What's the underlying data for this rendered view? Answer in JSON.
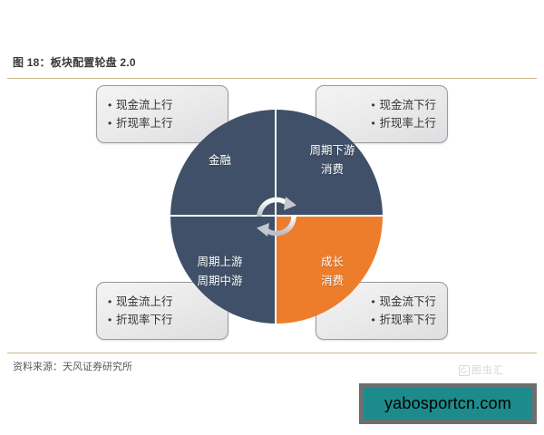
{
  "figure": {
    "title": "图 18：板块配置轮盘 2.0",
    "source": "资料来源：天风证券研究所"
  },
  "wheel": {
    "colors": {
      "navy": "#3f5068",
      "orange": "#ed7d2b",
      "divider": "#ffffff",
      "rule": "#cbb58a"
    },
    "quadrants": {
      "top_left": {
        "line1": "金融",
        "line2": ""
      },
      "top_right": {
        "line1": "周期下游",
        "line2": "消费"
      },
      "bottom_left": {
        "line1": "周期上游",
        "line2": "周期中游"
      },
      "bottom_right": {
        "line1": "成长",
        "line2": "消费"
      }
    },
    "center_icon": "cycle-arrows-icon"
  },
  "callouts": {
    "top_left": {
      "line1": "现金流上行",
      "line2": "折现率上行"
    },
    "top_right": {
      "line1": "现金流下行",
      "line2": "折现率上行"
    },
    "bottom_left": {
      "line1": "现金流上行",
      "line2": "折现率下行"
    },
    "bottom_right": {
      "line1": "现金流下行",
      "line2": "折现率下行"
    }
  },
  "watermarks": {
    "logo_mark": "G",
    "logo_text": "图虫汇",
    "banner_text": "yabosportcn.com",
    "banner_color": "#1d8b8b",
    "banner_frame_color": "#6e6e6e"
  }
}
